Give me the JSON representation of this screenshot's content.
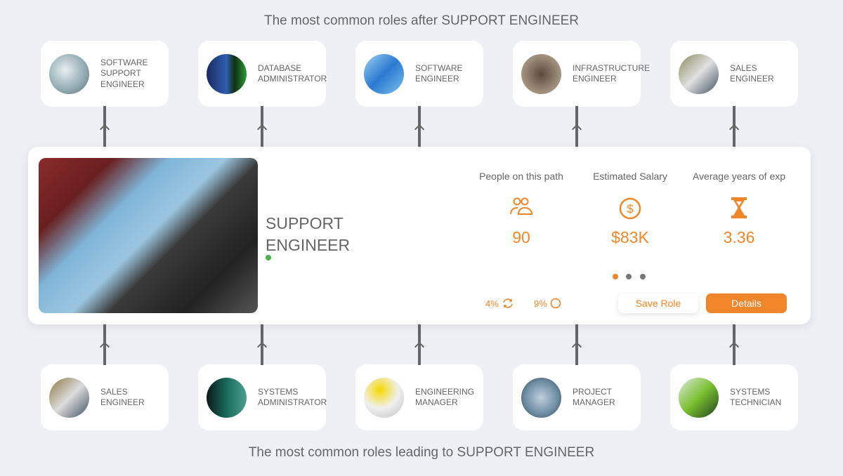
{
  "top_heading": "The most common roles after SUPPORT ENGINEER",
  "bottom_heading": "The most common roles leading to SUPPORT ENGINEER",
  "next_roles": [
    {
      "label": "SOFTWARE SUPPORT ENGINEER"
    },
    {
      "label": "DATABASE ADMINISTRATOR"
    },
    {
      "label": "SOFTWARE ENGINEER"
    },
    {
      "label": "INFRASTRUCTURE ENGINEER"
    },
    {
      "label": "SALES ENGINEER"
    }
  ],
  "prev_roles": [
    {
      "label": "SALES ENGINEER"
    },
    {
      "label": "SYSTEMS ADMINISTRATOR"
    },
    {
      "label": "ENGINEERING MANAGER"
    },
    {
      "label": "PROJECT MANAGER"
    },
    {
      "label": "SYSTEMS TECHNICIAN"
    }
  ],
  "role": {
    "title": "SUPPORT ENGINEER"
  },
  "stats": [
    {
      "label": "People on this path",
      "value": "90",
      "icon": "people-icon"
    },
    {
      "label": "Estimated Salary",
      "value": "$83K",
      "icon": "dollar-icon"
    },
    {
      "label": "Average years of exp",
      "value": "3.36",
      "icon": "hourglass-icon"
    }
  ],
  "carousel": {
    "active": 0,
    "count": 3
  },
  "metrics": {
    "refresh": "4%",
    "circle": "9%"
  },
  "buttons": {
    "save": "Save Role",
    "details": "Details"
  },
  "colors": {
    "accent": "#f0862a",
    "bg": "#eef0f6"
  }
}
